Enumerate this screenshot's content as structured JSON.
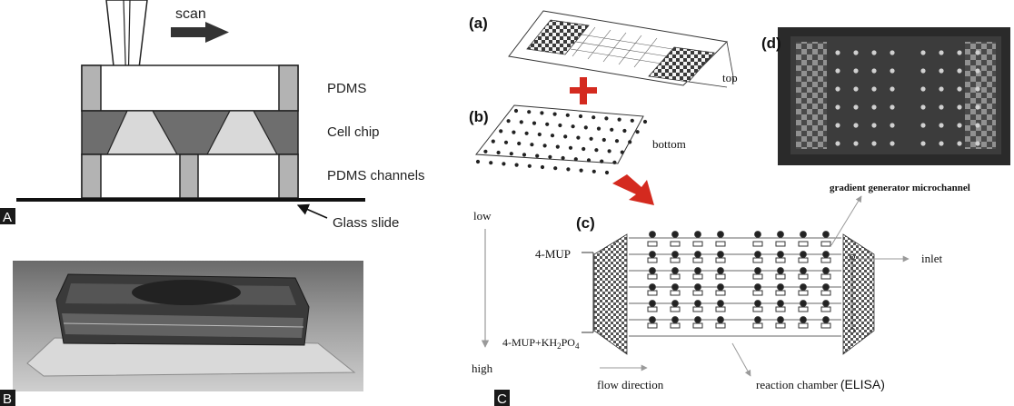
{
  "panel_A": {
    "tag": "A",
    "scan_label": "scan",
    "labels": [
      "PDMS",
      "Cell chip",
      "PDMS channels",
      "Glass slide"
    ]
  },
  "panel_B": {
    "tag": "B"
  },
  "panel_C": {
    "tag": "C",
    "sub_a": "(a)",
    "sub_b": "(b)",
    "sub_c": "(c)",
    "sub_d": "(d)",
    "top_label": "top",
    "bottom_label": "bottom",
    "low_label": "low",
    "high_label": "high",
    "mup_label": "4-MUP",
    "mup_kh_label_main": "4-MUP+KH",
    "mup_kh_sub1": "2",
    "mup_kh_mid": "PO",
    "mup_kh_sub2": "4",
    "gradient_label": "gradient generator microchannel",
    "inlet_label": "inlet",
    "flow_label": "flow direction",
    "chamber_label": "reaction chamber",
    "elisa_label": "(ELISA)"
  },
  "colors": {
    "dark_gray": "#6e6e6e",
    "mid_gray": "#a6a6a6",
    "light_gray": "#d9d9d9",
    "red_accent": "#d42a1f",
    "tag_bg": "#1a1a1a"
  }
}
